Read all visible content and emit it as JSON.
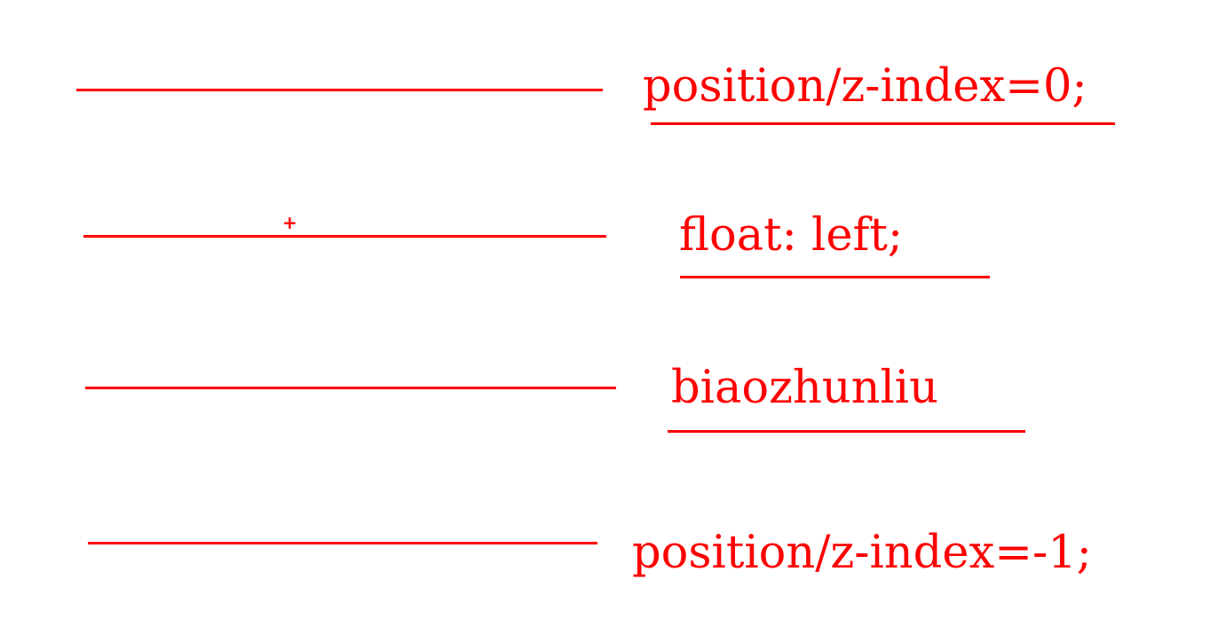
{
  "colors": {
    "stroke": "#ff0000",
    "background": "#ffffff"
  },
  "layers": [
    {
      "id": "positioned-top",
      "label": "position/z-index=0;"
    },
    {
      "id": "float-layer",
      "label": "float: left;"
    },
    {
      "id": "normal-flow",
      "label": "biaozhunliu"
    },
    {
      "id": "positioned-bottom",
      "label": "position/z-index=-1;"
    }
  ],
  "marker": {
    "symbol": "+"
  }
}
